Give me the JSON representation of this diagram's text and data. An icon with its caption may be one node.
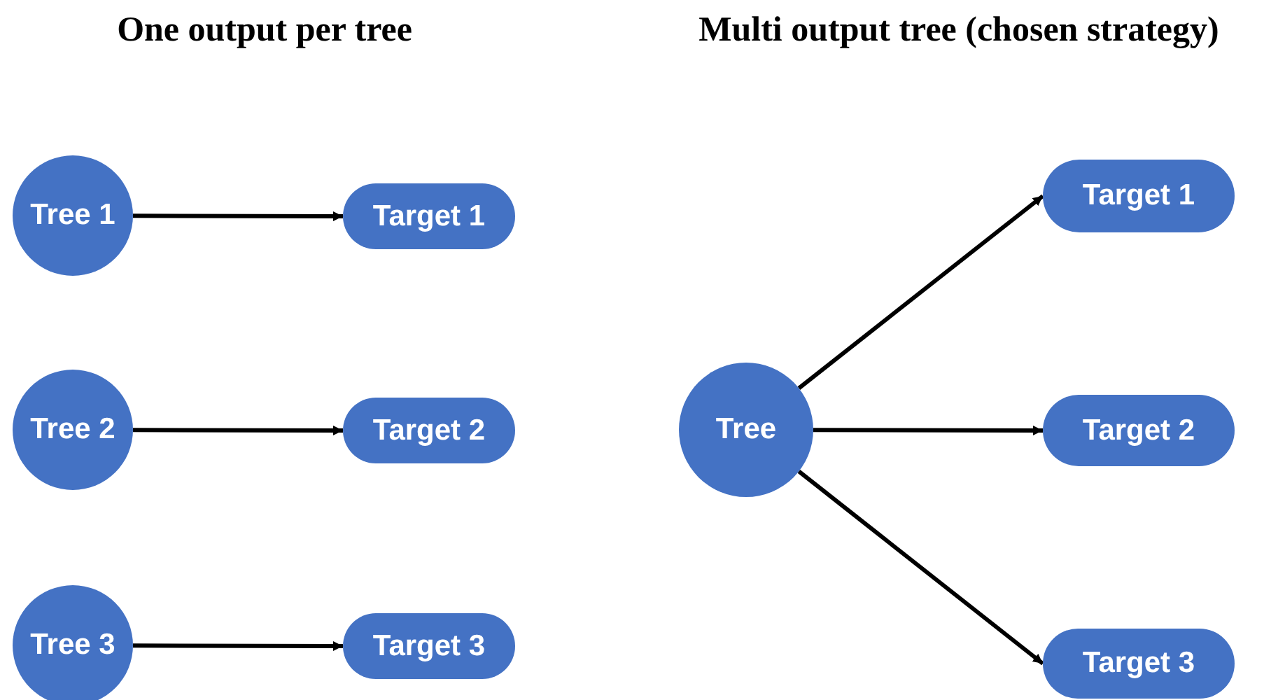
{
  "diagram": {
    "nodes": [
      {
        "text": [
          "Tree 1"
        ]
      },
      {
        "text": [
          "Target 1"
        ]
      },
      {
        "text": [
          "Tree 2"
        ]
      },
      {
        "text": [
          "Target 2"
        ]
      },
      {
        "text": [
          "Tree 3"
        ]
      },
      {
        "text": [
          "Target 3"
        ]
      },
      {
        "text": [
          "Tree"
        ]
      },
      {
        "text": [
          "Target 1"
        ]
      },
      {
        "text": [
          "Target 2"
        ]
      },
      {
        "text": [
          "Target 3"
        ]
      }
    ],
    "edges": [
      {
        "from": 0,
        "to": 1,
        "arrow": "to"
      },
      {
        "from": 2,
        "to": 3,
        "arrow": "to"
      },
      {
        "from": 4,
        "to": 5,
        "arrow": "to"
      },
      {
        "from": 6,
        "to": 7,
        "arrow": "to"
      },
      {
        "from": 6,
        "to": 8,
        "arrow": "to"
      },
      {
        "from": 6,
        "to": 9,
        "arrow": "to"
      }
    ],
    "labels": [
      "One output per tree",
      "Multi output tree (chosen strategy)"
    ]
  }
}
